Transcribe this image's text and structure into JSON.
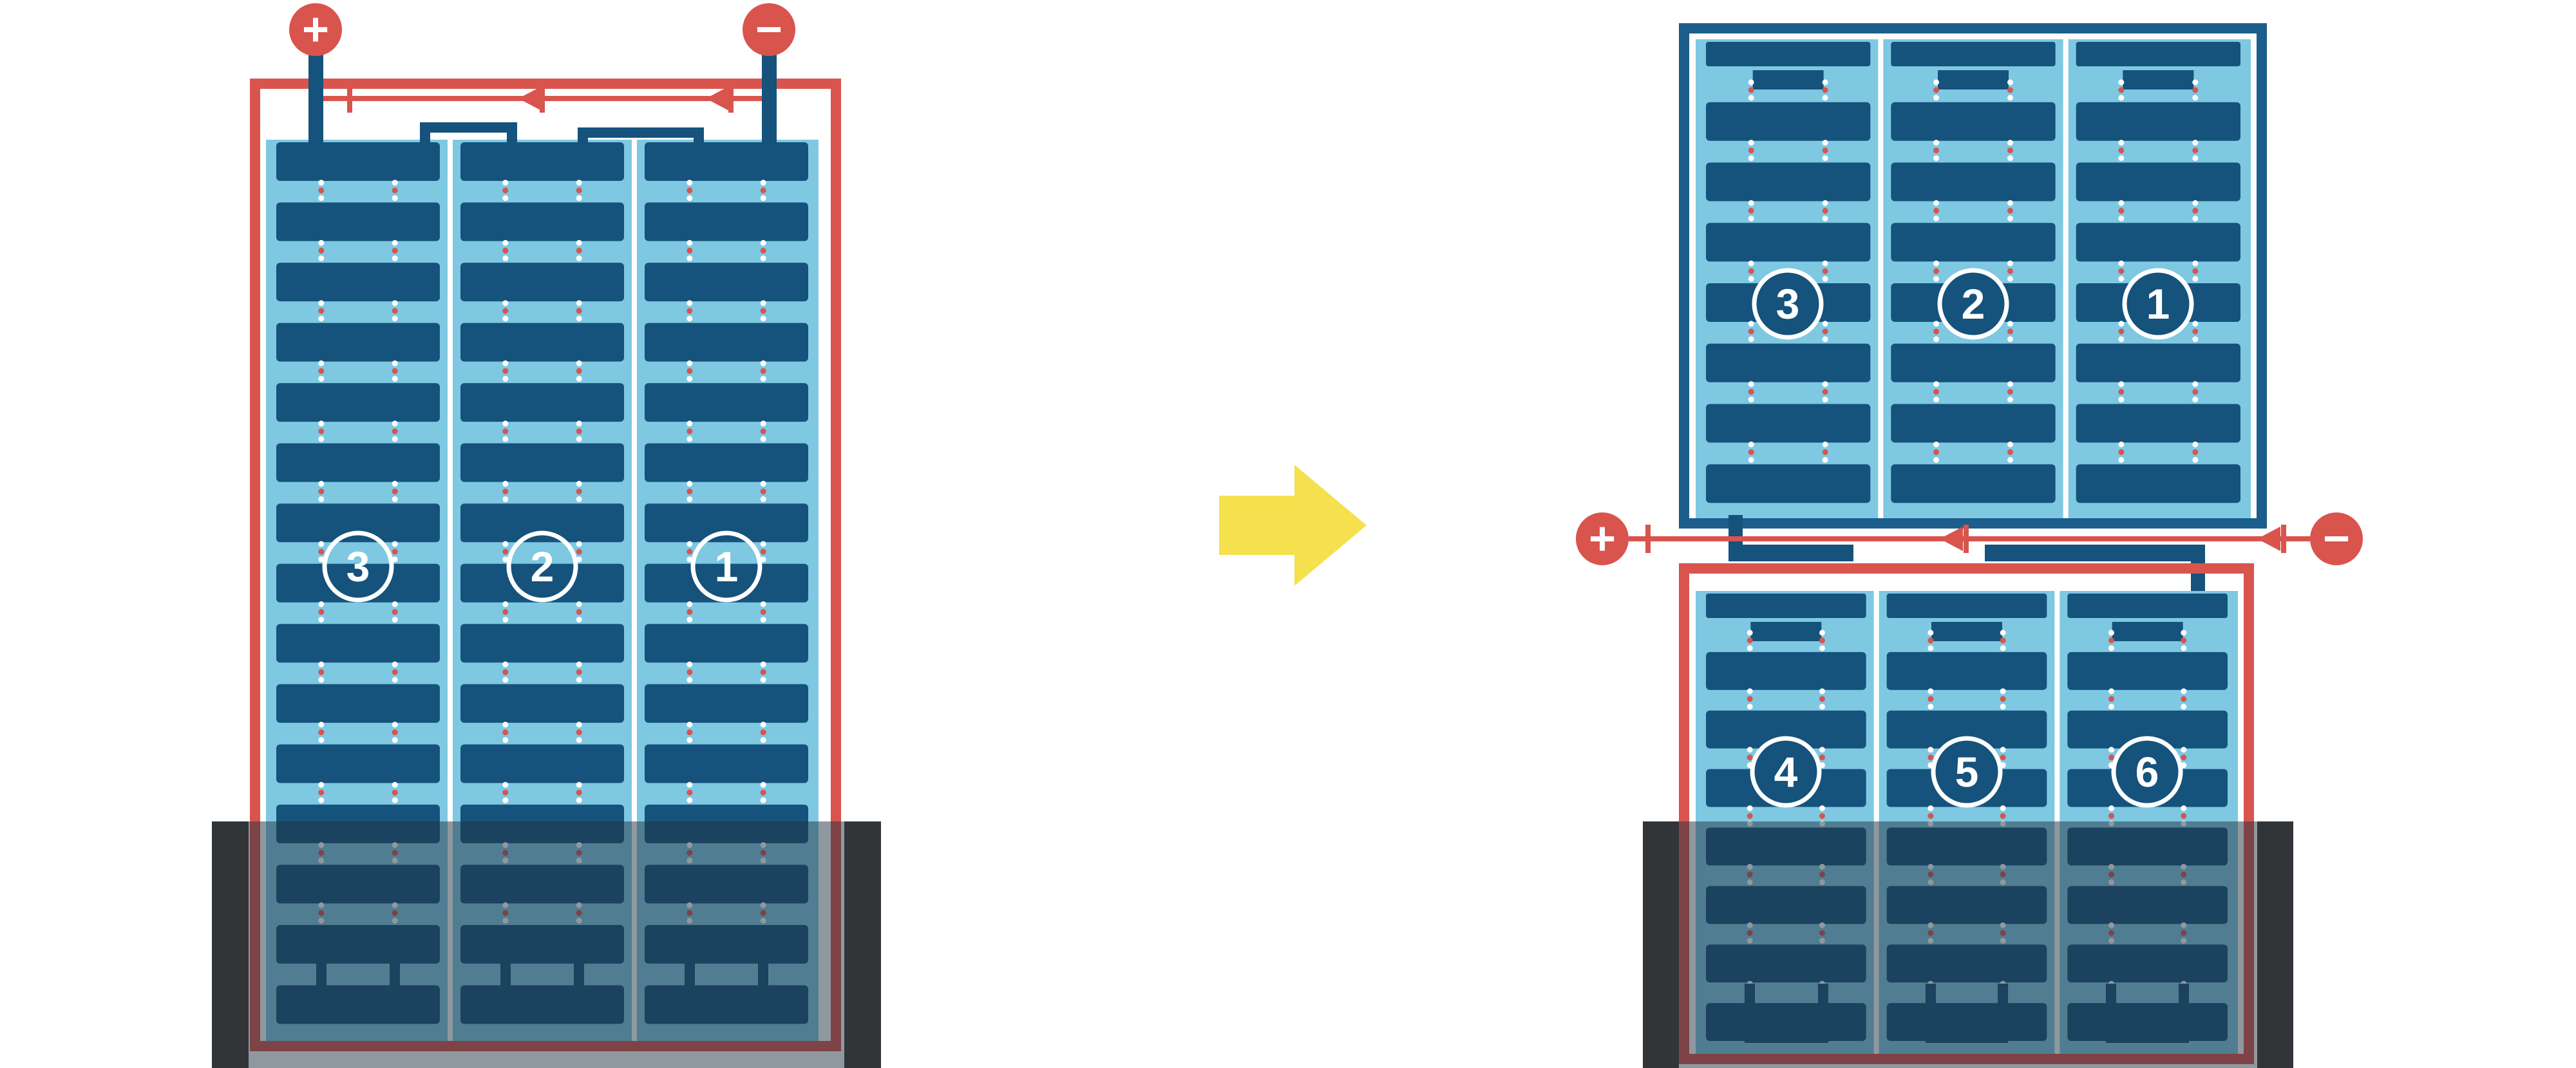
{
  "colors": {
    "frame_red": "#d9544d",
    "navy": "#15527c",
    "frame_blue": "#1b5e8c",
    "panel_blue": "#7ec8e2",
    "shade_overlay": "rgba(33,50,63,0.5)",
    "shade_bar": "#323538",
    "arrow_yellow": "#f5e04e",
    "dot_white": "#ffffff",
    "dot_red": "#d9544d",
    "white": "#ffffff"
  },
  "grid": {
    "left_rows": 15,
    "right_rows": 8,
    "columns": 3
  },
  "left_module": {
    "substring_labels": [
      "3",
      "2",
      "1"
    ]
  },
  "right_top_module": {
    "substring_labels": [
      "3",
      "2",
      "1"
    ]
  },
  "right_bottom_module": {
    "substring_labels": [
      "4",
      "5",
      "6"
    ]
  },
  "terminals": {
    "plus_label": "+",
    "minus_label": "−"
  }
}
